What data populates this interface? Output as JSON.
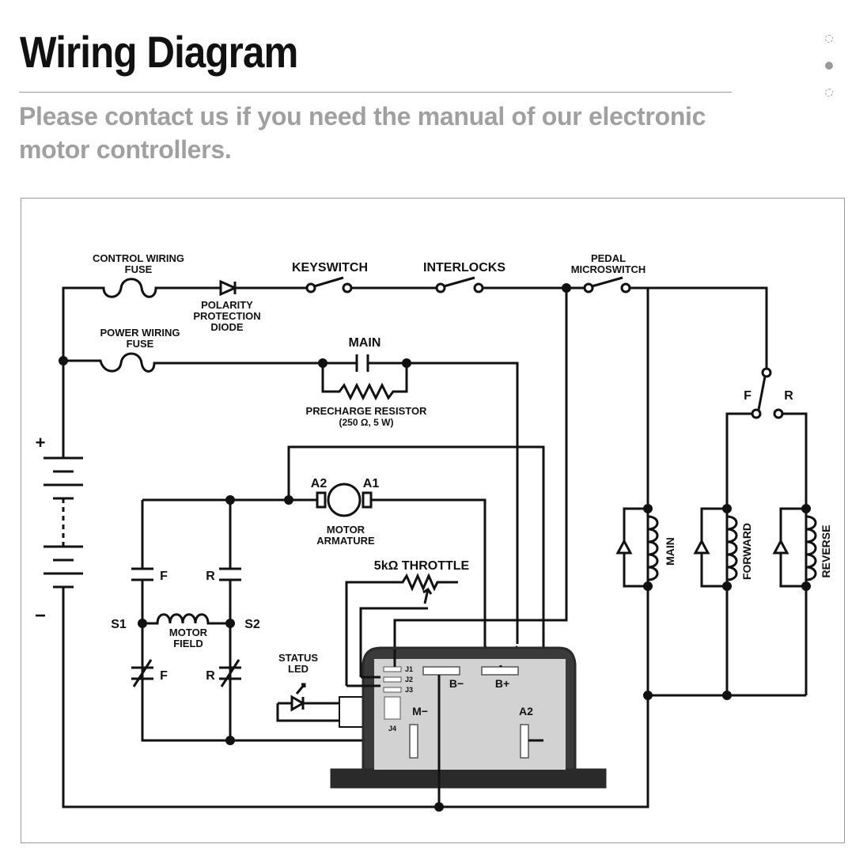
{
  "header": {
    "title": "Wiring Diagram",
    "subtitle": "Please contact us if you need the manual of our electronic motor controllers."
  },
  "carousel": {
    "dots": [
      "dashed",
      "active",
      "dashed"
    ]
  },
  "diagram": {
    "labels": {
      "control_fuse_1": "CONTROL WIRING",
      "control_fuse_2": "FUSE",
      "keyswitch": "KEYSWITCH",
      "interlocks": "INTERLOCKS",
      "pedal_1": "PEDAL",
      "pedal_2": "MICROSWITCH",
      "diode_1": "POLARITY",
      "diode_2": "PROTECTION",
      "diode_3": "DIODE",
      "power_fuse_1": "POWER WIRING",
      "power_fuse_2": "FUSE",
      "main_contactor": "MAIN",
      "precharge_1": "PRECHARGE RESISTOR",
      "precharge_2": "(250 Ω, 5 W)",
      "fr_f": "F",
      "fr_r": "R",
      "plus": "+",
      "minus": "−",
      "a2": "A2",
      "a1": "A1",
      "armature_1": "MOTOR",
      "armature_2": "ARMATURE",
      "throttle": "5kΩ THROTTLE",
      "cap_f": "F",
      "cap_r": "R",
      "s1": "S1",
      "s2": "S2",
      "field_1": "MOTOR",
      "field_2": "FIELD",
      "sw_f": "F",
      "sw_r": "R",
      "status_1": "STATUS",
      "status_2": "LED",
      "j1": "J1",
      "j2": "J2",
      "j3": "J3",
      "j4": "J4",
      "bminus": "B−",
      "bplus": "B+",
      "mminus": "M−",
      "ctrl_a2": "A2",
      "coil_main": "MAIN",
      "coil_forward": "FORWARD",
      "coil_reverse": "REVERSE"
    }
  }
}
